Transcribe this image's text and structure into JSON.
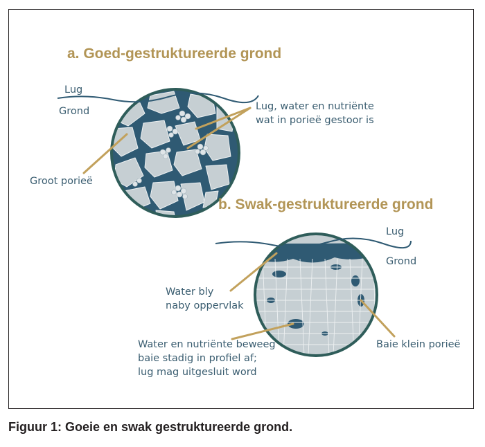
{
  "diagram": {
    "good": {
      "title": "a. Goed-gestruktureerde grond",
      "air_label": "Lug",
      "soil_label": "Grond",
      "stored_label": [
        "Lug, water en nutriënte",
        "wat in porieë gestoor is"
      ],
      "large_pore_label": "Groot porieë"
    },
    "poor": {
      "title": "b. Swak-gestruktureerde grond",
      "air_label": "Lug",
      "soil_label": "Grond",
      "surface_label": [
        "Water bly",
        "naby oppervlak"
      ],
      "slow_label": [
        "Water en nutriënte beweeg",
        "baie stadig in profiel af;",
        "lug mag uitgesluit word"
      ],
      "small_pore_label": "Baie klein porieë"
    }
  },
  "caption": "Figuur 1: Goeie en swak gestruktureerde grond.",
  "colors": {
    "title_gold": "#b29556",
    "label_blue": "#3a5d70",
    "pore_water": "#2f5a73",
    "soil_particle": "#c6cfd3",
    "circle_border": "#2f5d5a",
    "arrow_gold": "#c2a15c",
    "surface_line": "#2f5a73"
  }
}
